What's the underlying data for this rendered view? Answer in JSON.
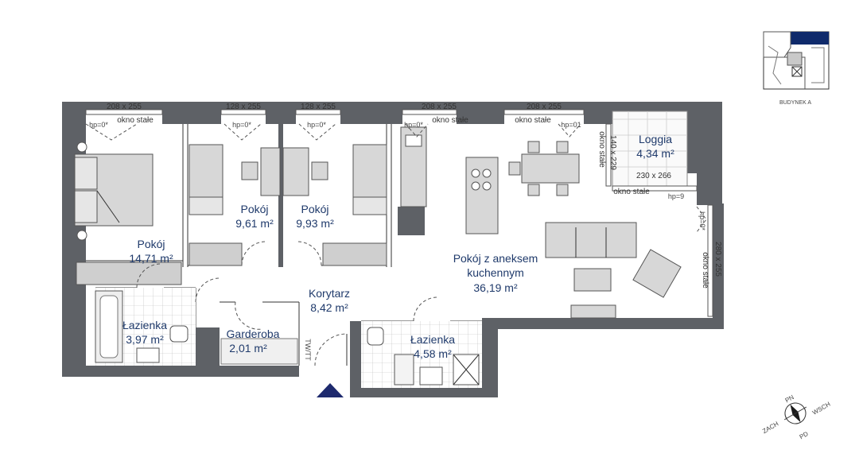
{
  "rooms": {
    "bedroom_main": {
      "name": "Pokój",
      "area": "14,71 m²"
    },
    "bedroom_2": {
      "name": "Pokój",
      "area": "9,61 m²"
    },
    "bedroom_3": {
      "name": "Pokój",
      "area": "9,93 m²"
    },
    "living": {
      "name_line1": "Pokój z aneksem",
      "name_line2": "kuchennym",
      "area": "36,19 m²"
    },
    "corridor": {
      "name": "Korytarz",
      "area": "8,42 m²"
    },
    "wardrobe": {
      "name": "Garderoba",
      "area": "2,01 m²"
    },
    "bath_1": {
      "name": "Łazienka",
      "area": "3,97 m²"
    },
    "bath_2": {
      "name": "Łazienka",
      "area": "4,58 m²"
    },
    "loggia": {
      "name": "Loggia",
      "area": "4,34 m²"
    }
  },
  "windows": {
    "w1_size": "208 x 255",
    "w2_size": "128 x 255",
    "w3_size": "128 x 255",
    "w4_size": "208 x 255",
    "w5_size": "208 x 255",
    "loggia_side_size": "140 x 229",
    "loggia_door_size": "230 x 266",
    "right_window_size": "280 x 255",
    "fixed_label": "okno stałe",
    "hp0": "hp=0*",
    "hp01": "hp=01",
    "hp9": "hp=9"
  },
  "door_label": "TW/TT",
  "building": {
    "label": "BUDYNEK A"
  },
  "compass": {
    "n": "PN",
    "e": "WSCH",
    "s": "PD",
    "w": "ZACH"
  },
  "colors": {
    "wall": "#5e6166",
    "text": "#1f3a6b",
    "entrance": "#1e2a6e",
    "highlight": "#0f2a6b"
  }
}
